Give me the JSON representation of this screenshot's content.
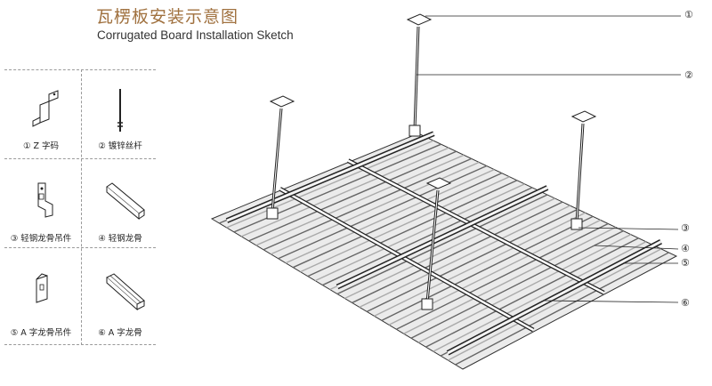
{
  "header": {
    "title_cn": "瓦楞板安装示意图",
    "title_en": "Corrugated Board Installation Sketch"
  },
  "legend": {
    "items": [
      {
        "label": "① Z 字码",
        "icon": "z-bracket-icon"
      },
      {
        "label": "② 镀锌丝杆",
        "icon": "threaded-rod-icon"
      },
      {
        "label": "③ 轻钢龙骨吊件",
        "icon": "hanger-clip-icon"
      },
      {
        "label": "④ 轻钢龙骨",
        "icon": "channel-keel-icon"
      },
      {
        "label": "⑤ A 字龙骨吊件",
        "icon": "a-hanger-icon"
      },
      {
        "label": "⑥ A 字龙骨",
        "icon": "a-keel-icon"
      }
    ]
  },
  "callouts": [
    "①",
    "②",
    "③",
    "④",
    "⑤",
    "⑥"
  ],
  "colors": {
    "title_cn": "#a0713f",
    "line": "#222222",
    "dash": "#9a9a9a"
  }
}
